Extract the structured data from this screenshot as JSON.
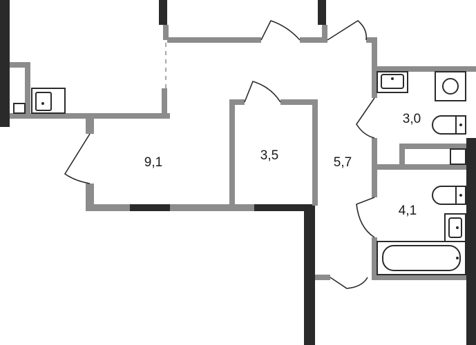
{
  "rooms": [
    {
      "id": "room-left",
      "area": "9,1"
    },
    {
      "id": "room-closet",
      "area": "3,5"
    },
    {
      "id": "room-hall",
      "area": "5,7"
    },
    {
      "id": "room-wc",
      "area": "3,0"
    },
    {
      "id": "room-bath",
      "area": "4,1"
    }
  ],
  "colors": {
    "wall": "#8c8c8c",
    "wall_dark": "#2a2a2a",
    "background": "#ffffff"
  }
}
